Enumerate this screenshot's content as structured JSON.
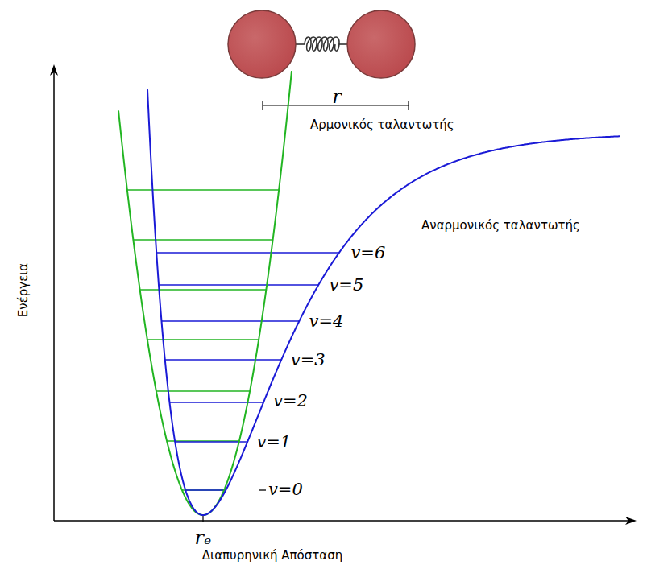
{
  "diagram": {
    "labels": [
      "r",
      "Αρμονικός ταλαντωτής",
      "Αναρμονικός ταλαντωτής",
      "v=6",
      "v=5",
      "v=4",
      "v=3",
      "v=2",
      "v=1",
      "v=0",
      "Ενέργεια",
      "rₑ",
      "Διαπυρηνική Απόσταση"
    ]
  }
}
